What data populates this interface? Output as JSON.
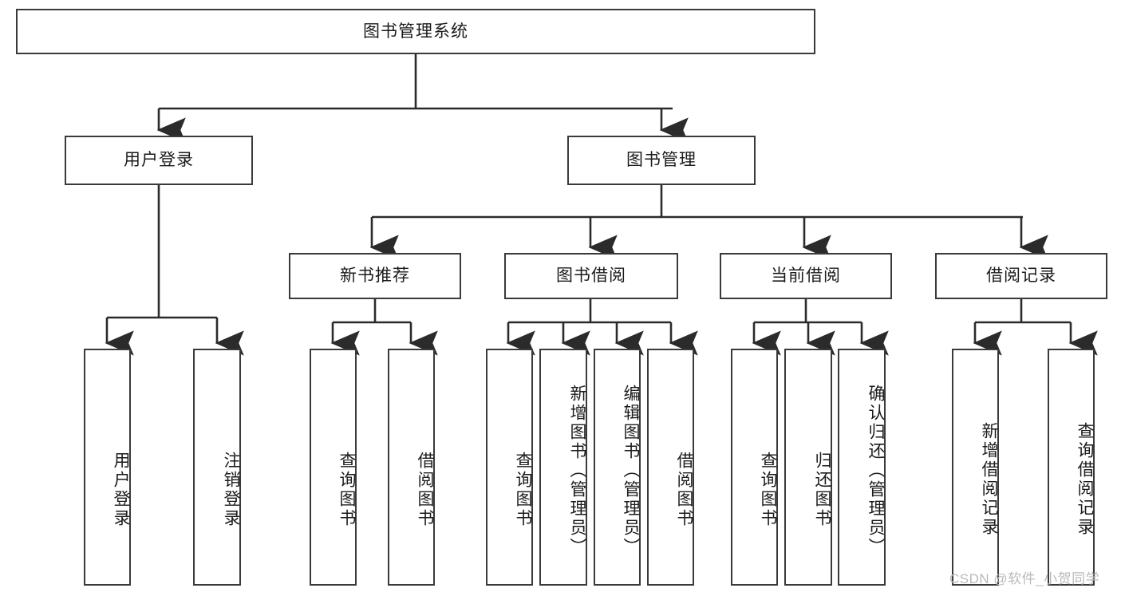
{
  "diagram": {
    "title": "图书管理系统",
    "type": "tree-hierarchy",
    "root": {
      "label": "图书管理系统"
    },
    "level2": [
      {
        "label": "用户登录"
      },
      {
        "label": "图书管理"
      }
    ],
    "level3": [
      {
        "label": "新书推荐"
      },
      {
        "label": "图书借阅"
      },
      {
        "label": "当前借阅"
      },
      {
        "label": "借阅记录"
      }
    ],
    "leaves": {
      "user_login": [
        {
          "label": "用户登录"
        },
        {
          "label": "注销登录"
        }
      ],
      "new_book_recommend": [
        {
          "label": "查询图书"
        },
        {
          "label": "借阅图书"
        }
      ],
      "book_borrow": [
        {
          "label": "查询图书"
        },
        {
          "label": "新增图书（管理员）"
        },
        {
          "label": "编辑图书（管理员）"
        },
        {
          "label": "借阅图书"
        }
      ],
      "current_borrow": [
        {
          "label": "查询图书"
        },
        {
          "label": "归还图书"
        },
        {
          "label": "确认归还（管理员）"
        }
      ],
      "borrow_record": [
        {
          "label": "新增借阅记录"
        },
        {
          "label": "查询借阅记录"
        }
      ]
    }
  },
  "watermark": {
    "text": "CSDN @软件_小贺同学"
  },
  "colors": {
    "box_border": "#3a3a3a",
    "box_fill": "#ffffff",
    "connector": "#2b2b2b",
    "text": "#1b1b1b",
    "watermark": "#b9b9b9"
  }
}
